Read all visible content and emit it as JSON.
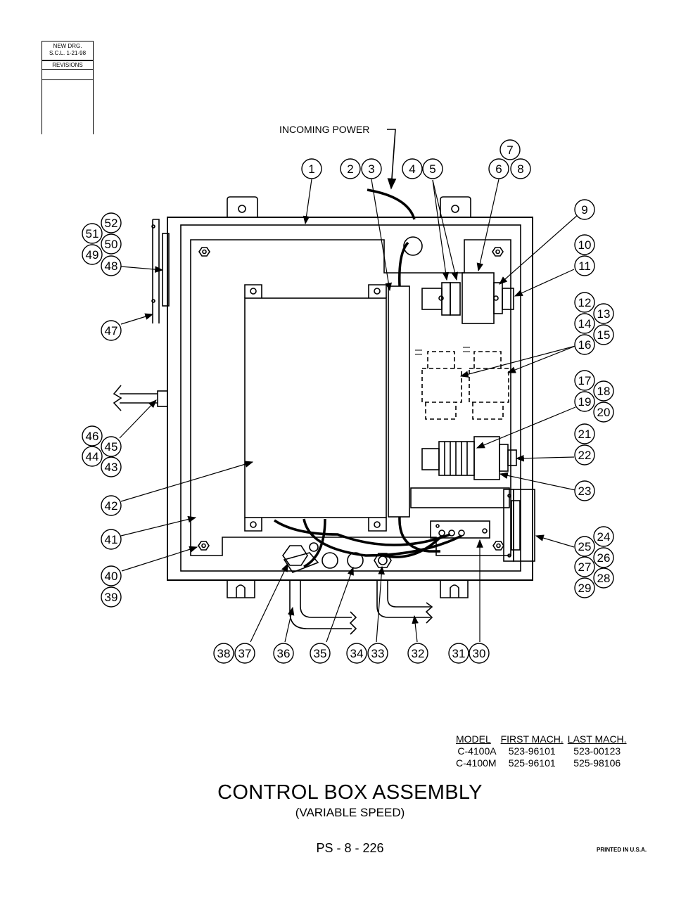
{
  "revision_block": {
    "line1": "NEW DRG.",
    "line2": "S.C.L.  1-21-98",
    "label": "REVISIONS"
  },
  "callout_label": "INCOMING POWER",
  "callouts": [
    "1",
    "2",
    "3",
    "4",
    "5",
    "6",
    "7",
    "8",
    "9",
    "10",
    "11",
    "12",
    "13",
    "14",
    "15",
    "16",
    "17",
    "18",
    "19",
    "20",
    "21",
    "22",
    "23",
    "24",
    "25",
    "26",
    "27",
    "28",
    "29",
    "30",
    "31",
    "32",
    "33",
    "34",
    "35",
    "36",
    "37",
    "38",
    "39",
    "40",
    "41",
    "42",
    "43",
    "44",
    "45",
    "46",
    "47",
    "48",
    "49",
    "50",
    "51",
    "52"
  ],
  "model_table": {
    "headers": [
      "MODEL",
      "FIRST MACH.",
      "LAST MACH."
    ],
    "rows": [
      [
        "C-4100A",
        "523-96101",
        "523-00123"
      ],
      [
        "C-4100M",
        "525-96101",
        "525-98106"
      ]
    ]
  },
  "title": "CONTROL BOX ASSEMBLY",
  "subtitle": "(VARIABLE SPEED)",
  "page_number": "PS - 8 - 226",
  "printed": "PRINTED IN U.S.A."
}
